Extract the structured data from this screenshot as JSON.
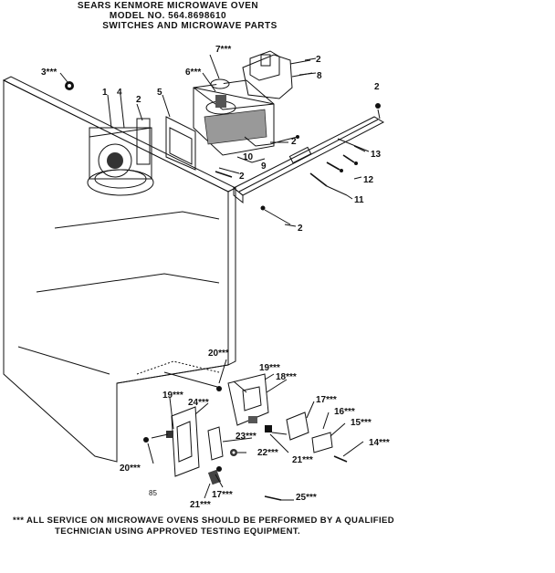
{
  "header": {
    "line1": "SEARS KENMORE MICROWAVE OVEN",
    "line2": "MODEL NO. 564.8698610",
    "line3": "SWITCHES AND MICROWAVE PARTS"
  },
  "callouts": {
    "c3": "3***",
    "c1": "1",
    "c4": "4",
    "c2a": "2",
    "c5": "5",
    "c6": "6***",
    "c7": "7***",
    "c2b": "2",
    "c8": "8",
    "c2c": "2",
    "c13": "13",
    "c10": "10",
    "c9": "9",
    "c2d": "2",
    "c2e": "2",
    "c12": "12",
    "c11": "11",
    "c2f": "2",
    "c20a": "20***",
    "c19a": "19***",
    "c18": "18***",
    "c19b": "19***",
    "c24": "24***",
    "c17a": "17***",
    "c16": "16***",
    "c15": "15***",
    "c23": "23***",
    "c22": "22***",
    "c21a": "21***",
    "c14": "14***",
    "c20b": "20***",
    "c17b": "17***",
    "c21b": "21***",
    "c25": "25***",
    "page_mark": "85"
  },
  "footer": {
    "line1": "*** ALL SERVICE ON MICROWAVE OVENS SHOULD BE PERFORMED BY A QUALIFIED",
    "line2": "TECHNICIAN USING APPROVED TESTING EQUIPMENT."
  }
}
